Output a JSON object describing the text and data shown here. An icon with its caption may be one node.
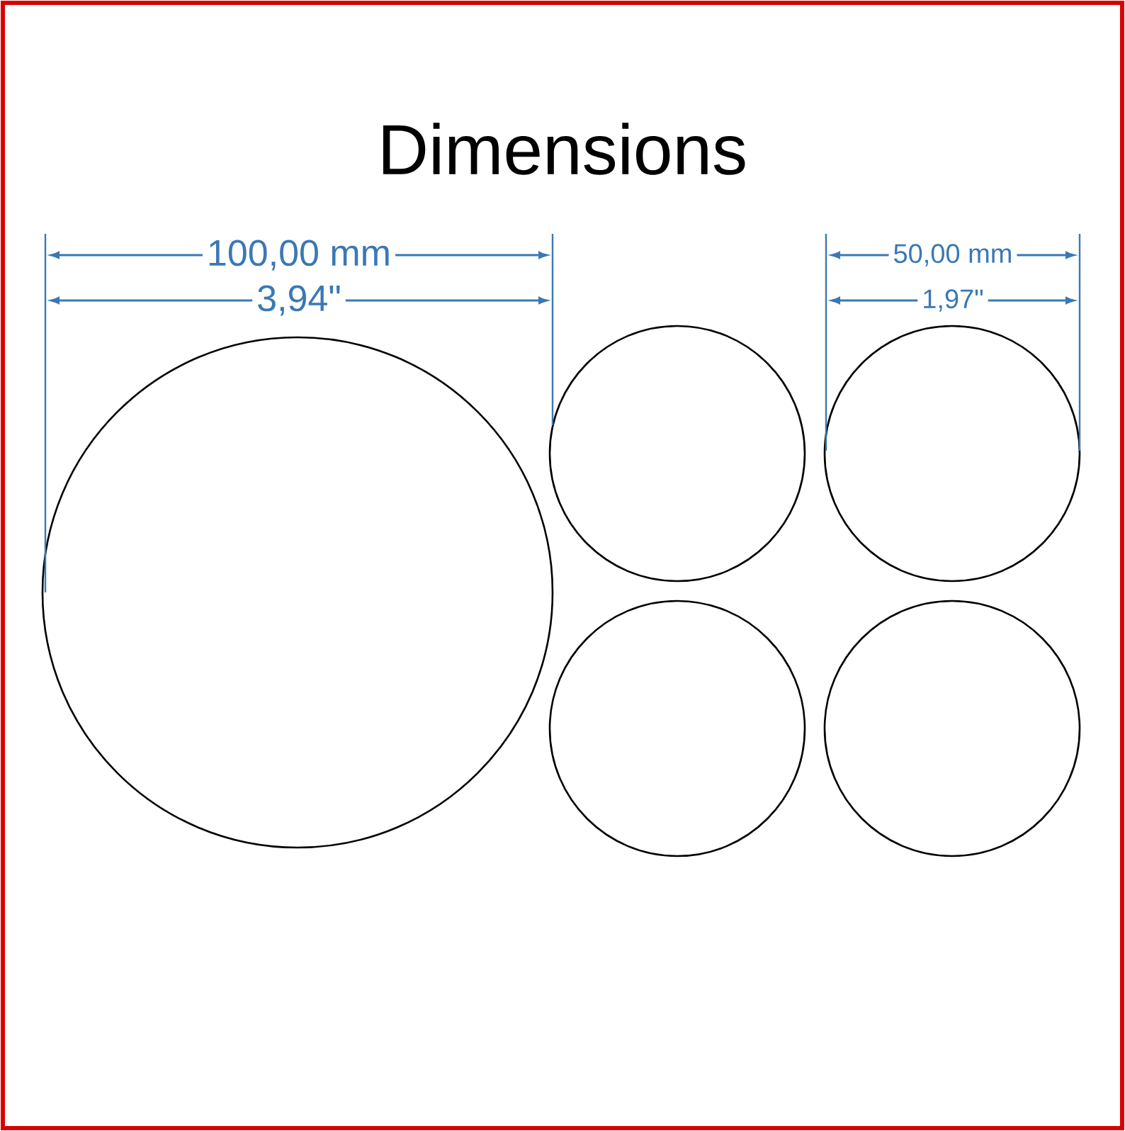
{
  "diagram": {
    "title": "Dimensions",
    "nodes": [
      {
        "text": [],
        "shape": "circle"
      },
      {
        "text": [],
        "shape": "circle"
      },
      {
        "text": [],
        "shape": "circle"
      },
      {
        "text": [],
        "shape": "circle"
      },
      {
        "text": [],
        "shape": "circle"
      }
    ],
    "labels": [
      "100,00 mm",
      "3,94\"",
      "50,00 mm",
      "1,97\""
    ]
  }
}
